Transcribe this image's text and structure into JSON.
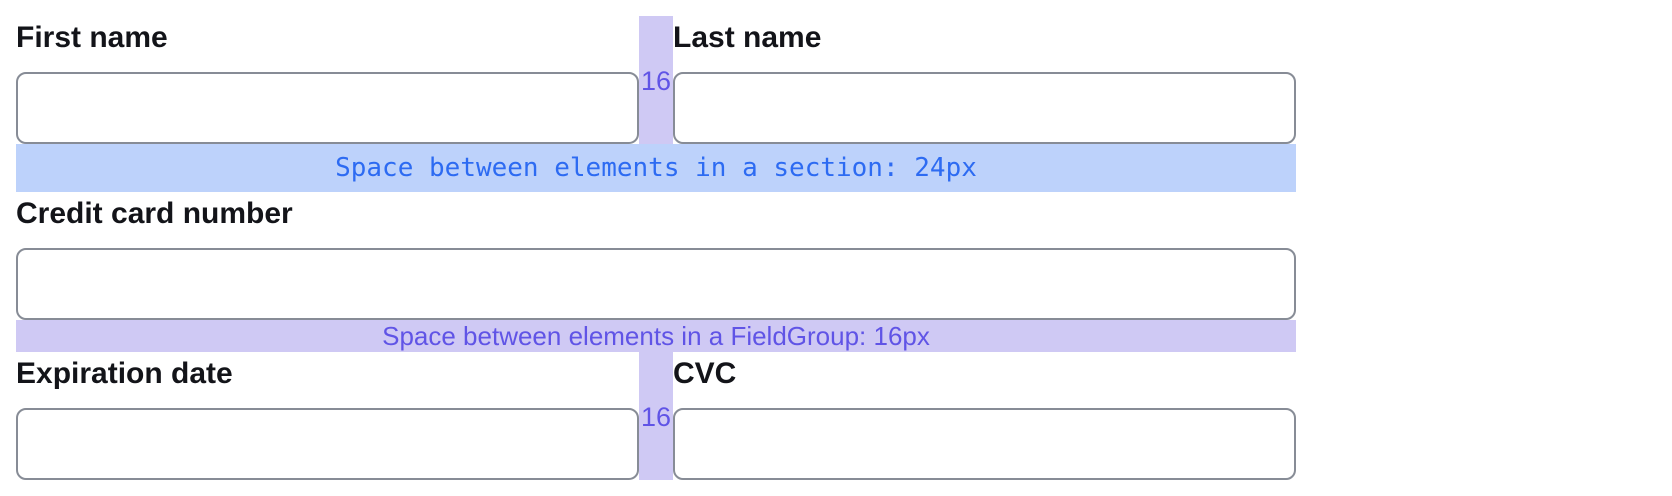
{
  "annotations": {
    "section_spacing_note": "Space between elements in a section: 24px",
    "fieldgroup_spacing_note": "Space between elements in a FieldGroup: 16px",
    "column_gap_size": "16",
    "colors": {
      "section_bar_bg": "#bdd2fb",
      "section_bar_text": "#2d6bf2",
      "gap_bar_bg": "#cfc9f4",
      "gap_bar_text": "#6054e6",
      "input_border": "#878c96",
      "label_text": "#131419"
    }
  },
  "fields": {
    "first_name": {
      "label": "First name",
      "value": ""
    },
    "last_name": {
      "label": "Last name",
      "value": ""
    },
    "card_number": {
      "label": "Credit card number",
      "value": ""
    },
    "expiration_date": {
      "label": "Expiration date",
      "value": ""
    },
    "cvc": {
      "label": "CVC",
      "value": ""
    }
  }
}
